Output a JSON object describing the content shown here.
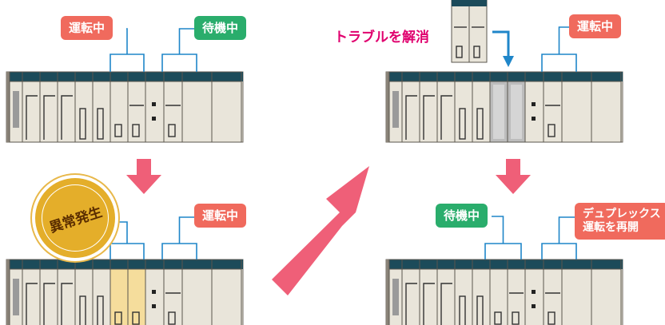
{
  "labels": {
    "running": "運転中",
    "standby": "待機中",
    "fault": "異常発生",
    "resolve": "トラブルを解消",
    "duplex_resume_1": "デュプレックス",
    "duplex_resume_2": "運転を再開"
  },
  "colors": {
    "running_tag": "#f06a5d",
    "standby_tag": "#2aad6c",
    "fault_seal": "#e4ae2a",
    "arrow": "#ef5f78",
    "connector": "#1f86c9",
    "rack_top": "#1c4b5a",
    "rack_body": "#e9e5da",
    "faulty_module": "#f5dd9c",
    "removed_slot": "#bcbcbc"
  }
}
